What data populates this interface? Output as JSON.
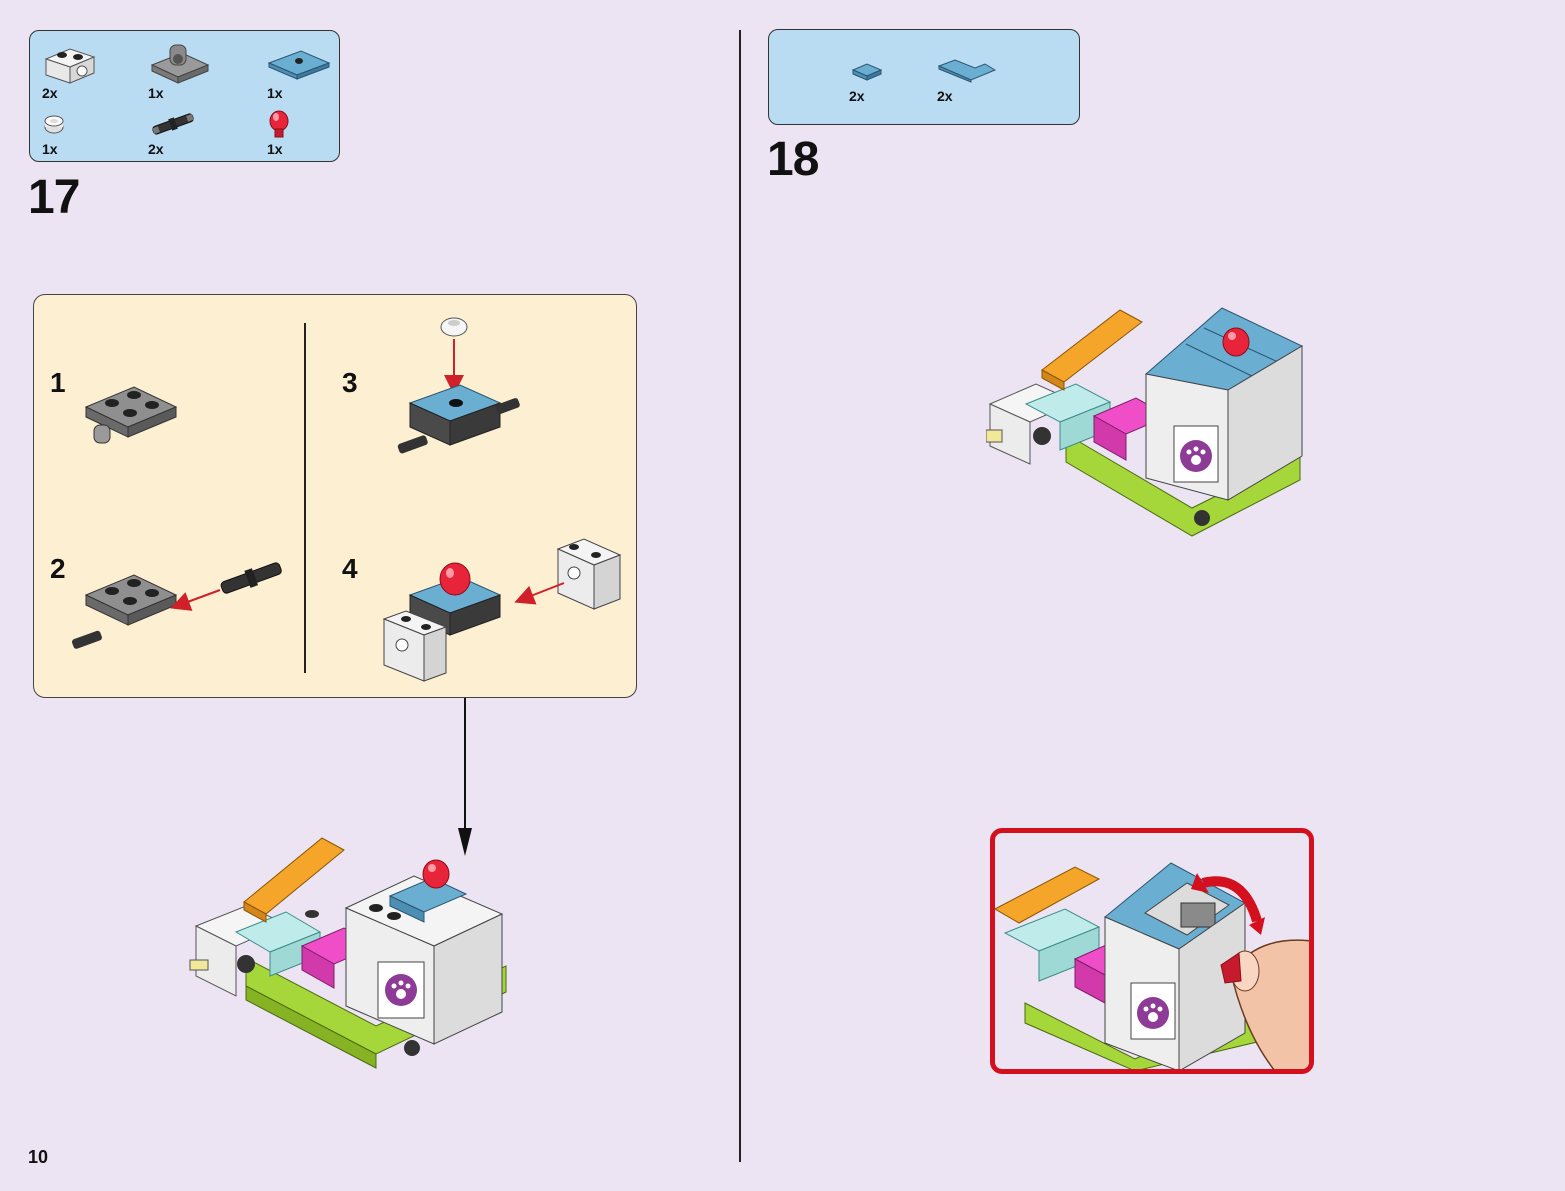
{
  "page": {
    "number": "10"
  },
  "step17": {
    "number": "17",
    "parts": [
      {
        "name": "white-brick-1x2-with-hole",
        "qty": "2x"
      },
      {
        "name": "gray-plate-2x2-with-pin-hole",
        "qty": "1x"
      },
      {
        "name": "blue-tile-2x2-with-stud",
        "qty": "1x"
      },
      {
        "name": "white-round-stud-1x1",
        "qty": "1x"
      },
      {
        "name": "black-pin-connector",
        "qty": "2x"
      },
      {
        "name": "red-trans-dome-light",
        "qty": "1x"
      }
    ],
    "substeps": [
      {
        "number": "1"
      },
      {
        "number": "2"
      },
      {
        "number": "3"
      },
      {
        "number": "4"
      }
    ]
  },
  "step18": {
    "number": "18",
    "parts": [
      {
        "name": "blue-tile-1x1",
        "qty": "2x"
      },
      {
        "name": "blue-corner-plate",
        "qty": "2x"
      }
    ]
  },
  "colors": {
    "background": "#ece3f3",
    "parts_box": "#b9dcf3",
    "substep_box": "#fdf0d2",
    "arrow_red": "#d0202a",
    "callout_red": "#d4101e",
    "lime_green": "#a5d63a",
    "medium_blue": "#6aaed2",
    "orange": "#f5a52a",
    "magenta": "#f04ec8"
  }
}
